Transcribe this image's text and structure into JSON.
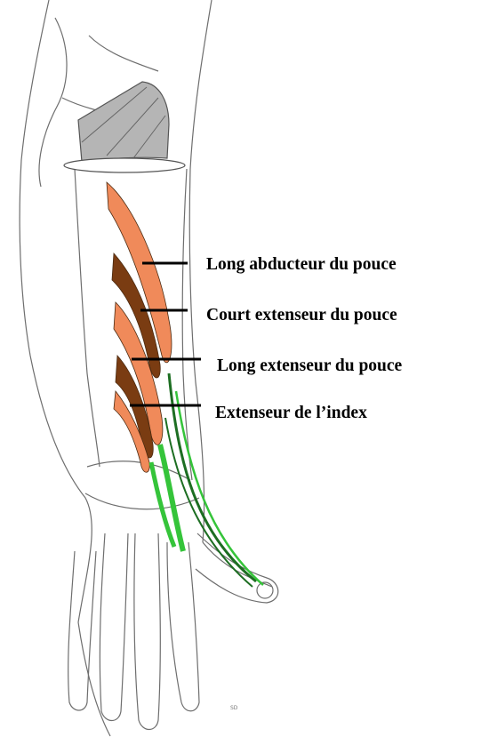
{
  "labels": [
    "Long abducteur du pouce",
    "Court extenseur du pouce",
    "Long extenseur du pouce",
    "Extenseur de l’index"
  ],
  "watermark": "SD",
  "colors": {
    "outline": "#6e6e6e",
    "bone_fill": "#ffffff",
    "cap_fill": "#b5b5b5",
    "muscle_orange": "#f08a5a",
    "muscle_brown": "#7a3c12",
    "tendon_green": "#35c43a",
    "tendon_dark": "#1d6e22",
    "leader_line": "#000000"
  }
}
